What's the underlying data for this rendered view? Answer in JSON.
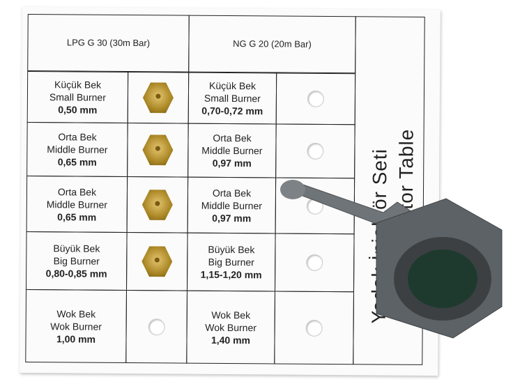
{
  "headers": {
    "lpg": "LPG G 30 (30m Bar)",
    "ng": "NG G 20 (20m Bar)"
  },
  "rows": [
    {
      "tr": "Küçük Bek",
      "en": "Small Burner",
      "lpg_mm": "0,50 mm",
      "ng_mm": "0,70-0,72 mm"
    },
    {
      "tr": "Orta Bek",
      "en": "Middle Burner",
      "lpg_mm": "0,65 mm",
      "ng_mm": "0,97 mm"
    },
    {
      "tr": "Orta Bek",
      "en": "Middle Burner",
      "lpg_mm": "0,65 mm",
      "ng_mm": "0,97 mm"
    },
    {
      "tr": "Büyük Bek",
      "en": "Big Burner",
      "lpg_mm": "0,80-0,85 mm",
      "ng_mm": "1,15-1,20 mm"
    },
    {
      "tr": "Wok Bek",
      "en": "Wok Burner",
      "lpg_mm": "1,00 mm",
      "ng_mm": "1,40 mm"
    }
  ],
  "title": {
    "line1": "Yedek İnjektör Seti",
    "line2": "İnjektor Table"
  }
}
